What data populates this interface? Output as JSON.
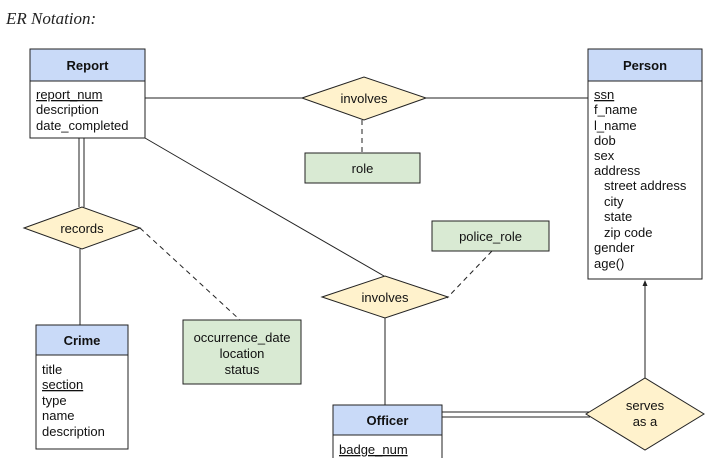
{
  "title": "ER Notation:",
  "entities": {
    "report": {
      "name": "Report",
      "attributes": [
        "report_num",
        "description",
        "date_completed"
      ]
    },
    "person": {
      "name": "Person",
      "attributes": [
        "ssn",
        "f_name",
        "l_name",
        "dob",
        "sex",
        "address",
        "street address",
        "city",
        "state",
        "zip code",
        "gender",
        "age()"
      ]
    },
    "crime": {
      "name": "Crime",
      "attributes": [
        "title",
        "section",
        "type",
        "name",
        "description"
      ]
    },
    "officer": {
      "name": "Officer",
      "attributes": [
        "badge_num"
      ]
    }
  },
  "relationships": {
    "involves_person": "involves",
    "records": "records",
    "involves_officer": "involves",
    "serves_as": [
      "serves",
      "as a"
    ]
  },
  "relationship_attributes": {
    "role": "role",
    "police_role": "police_role",
    "records_attrs": [
      "occurrence_date",
      "location",
      "status"
    ]
  }
}
